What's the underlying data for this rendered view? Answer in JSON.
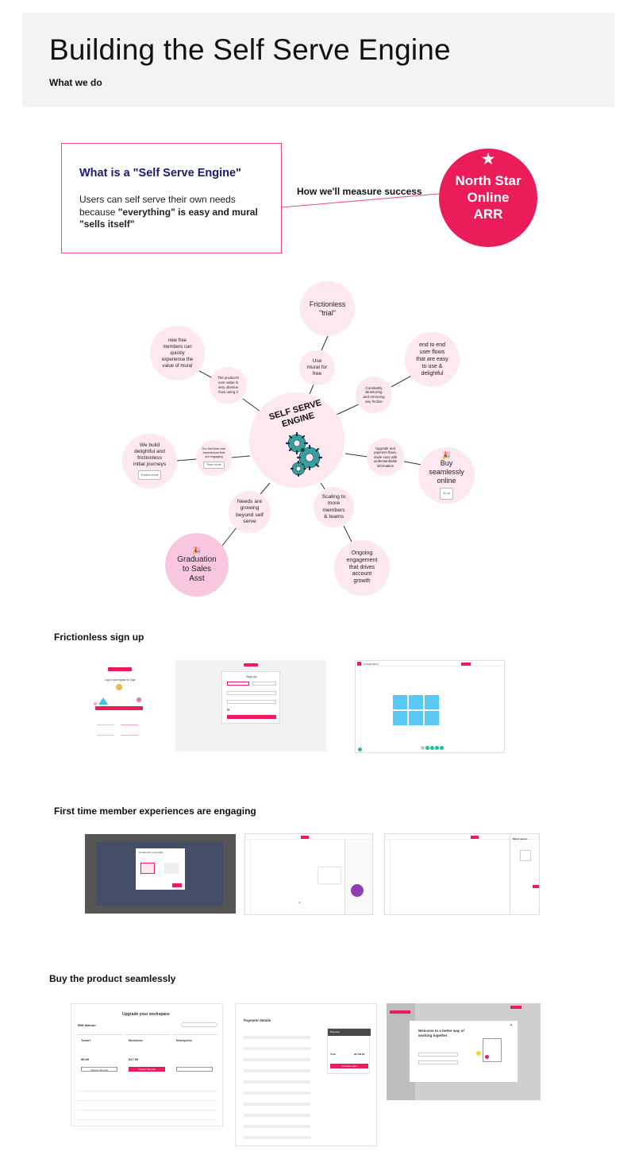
{
  "header": {
    "title": "Building the Self Serve Engine",
    "subtitle": "What we do"
  },
  "definition": {
    "title": "What is a \"Self Serve Engine\"",
    "body_plain": "Users can self serve their own needs because ",
    "body_bold": "\"everything\" is easy and mural \"sells itself\""
  },
  "measure_label": "How we'll measure success",
  "north_star": {
    "icon": "star-icon",
    "lines": [
      "North Star",
      "Online",
      "ARR"
    ]
  },
  "colors": {
    "accent": "#ea1c5a",
    "bubble": "#fde7f1",
    "bubble_dark": "#f9c6e0",
    "gear": "#3a9f9c"
  },
  "engine": {
    "label": "SELF SERVE ENGINE"
  },
  "bubbles": {
    "trial": [
      "Frictionless",
      "\"trial\""
    ],
    "use_free": [
      "Use",
      "mural for",
      "free"
    ],
    "monitoring": [
      "Constantly",
      "Monitoring",
      "and removing",
      "any friction"
    ],
    "end_to_end": [
      "end to end",
      "user flows",
      "that are easy",
      "to use &",
      "delightful"
    ],
    "new_free": [
      "new free",
      "members can",
      "quickly",
      "experience the",
      "value of mural"
    ],
    "products": [
      "The product's",
      "core value is",
      "very obvious",
      "from using it"
    ],
    "journeys": [
      "We build",
      "delightful and",
      "frictionless",
      "initial journeys"
    ],
    "journeys_chip": "Explore mural",
    "first_time": [
      "Our first time user",
      "experiences that",
      "are engaging"
    ],
    "first_time_chip": "Team mural",
    "payment": [
      "Upgrade and",
      "payment flows,",
      "made easy with",
      "understandable",
      "information"
    ],
    "buy": [
      "Buy",
      "seamlessly",
      "online"
    ],
    "buy_chip": "Go on",
    "growing": [
      "Needs are",
      "growing",
      "beyond self",
      "serve"
    ],
    "scaling": [
      "Scaling to",
      "more",
      "members",
      "& teams"
    ],
    "graduation": [
      "Graduation",
      "to Sales",
      "Asst"
    ],
    "ongoing": [
      "Ongoing",
      "engagement",
      "that drives",
      "account",
      "growth"
    ]
  },
  "sections": {
    "signup": "Frictionless sign up",
    "first_time": "First time member experiences are engaging",
    "buy": "Buy the product seamlessly"
  },
  "thumbs": {
    "login_title": "Log in and register to Sign",
    "signup_title": "Sign up",
    "signup_button": "Get started",
    "board_name": "Untitled Mural",
    "modal_title": "Create from a template",
    "modal_button": "Next",
    "sticky_panel": "Mural quests",
    "upgrade_title": "Upgrade your workspace",
    "upgrade_brand": "IBM Watson",
    "plans": [
      {
        "name": "Team+",
        "price": "$9.99"
      },
      {
        "name": "Business",
        "price": "$17.99"
      },
      {
        "name": "Enterprise",
        "price": ""
      }
    ],
    "plan_button": "Choose this plan",
    "payment_title": "Payment details",
    "payment_side_title": "Business",
    "payment_total_label": "Total",
    "payment_total": "$2,158.80",
    "payment_button": "Purchase plan",
    "welcome_title": "Welcome to a better way of working together"
  }
}
